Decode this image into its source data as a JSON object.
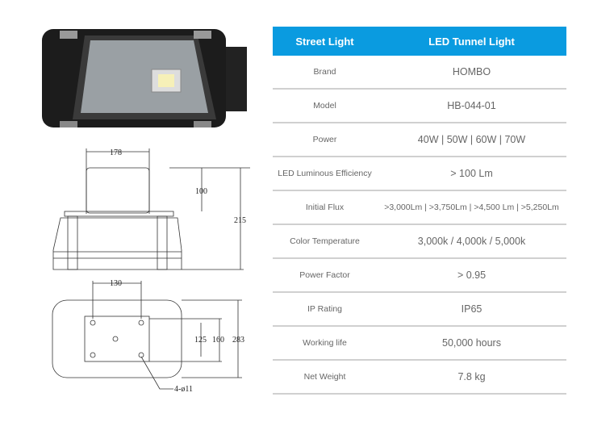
{
  "table": {
    "header": {
      "left": "Street Light",
      "right": "LED Tunnel Light"
    },
    "rows": [
      {
        "label": "Brand",
        "value": "HOMBO"
      },
      {
        "label": "Model",
        "value": "HB-044-01"
      },
      {
        "label": "Power",
        "value": "40W | 50W | 60W | 70W"
      },
      {
        "label": "LED Luminous  Efficiency",
        "value": "> 100 Lm"
      },
      {
        "label": "Initial Flux",
        "value": ">3,000Lm | >3,750Lm | >4,500 Lm | >5,250Lm"
      },
      {
        "label": "Color Temperature",
        "value": "3,000k / 4,000k / 5,000k"
      },
      {
        "label": "Power Factor",
        "value": "> 0.95"
      },
      {
        "label": "IP Rating",
        "value": "IP65"
      },
      {
        "label": "Working life",
        "value": "50,000 hours"
      },
      {
        "label": "Net Weight",
        "value": "7.8 kg"
      }
    ]
  },
  "drawing": {
    "d178": "178",
    "d100": "100",
    "d215": "215",
    "d130": "130",
    "d125": "125",
    "d160": "160",
    "d283": "283",
    "hole": "4-ø11"
  },
  "colors": {
    "header": "#0a9be0"
  }
}
